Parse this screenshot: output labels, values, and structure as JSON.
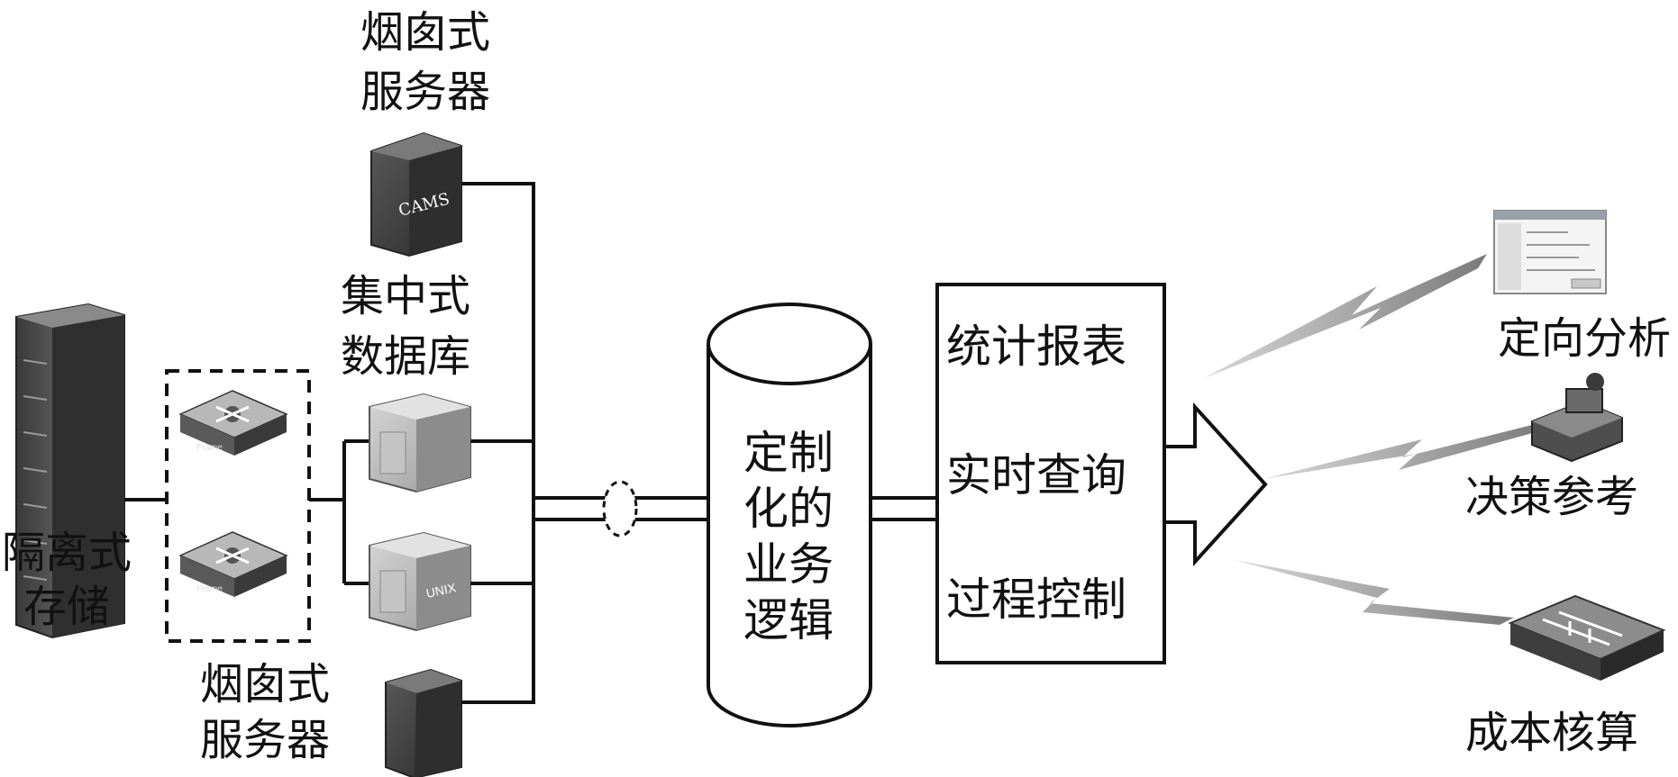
{
  "labels": {
    "top_server_line1": "烟囱式",
    "top_server_line2": "服务器",
    "top_server_tag": "CAMS",
    "central_db_line1": "集中式",
    "central_db_line2": "数据库",
    "unix_tag": "UNIX",
    "bottom_server_line1": "烟囱式",
    "bottom_server_line2": "服务器",
    "storage_line1": "隔离式",
    "storage_line2": "存储",
    "switch_tag": "Frame",
    "cylinder_line1": "定制",
    "cylinder_line2": "化的",
    "cylinder_line3": "业务",
    "cylinder_line4": "逻辑",
    "function_1": "统计报表",
    "function_2": "实时查询",
    "function_3": "过程控制",
    "output_1": "定向分析",
    "output_2": "决策参考",
    "output_3": "成本核算"
  }
}
